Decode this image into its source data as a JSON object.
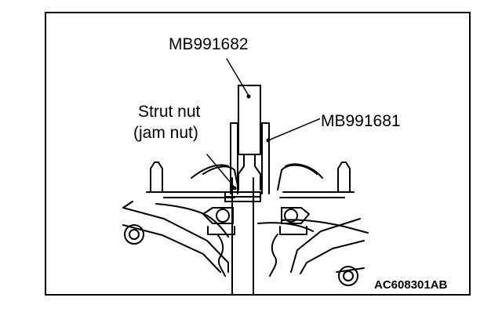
{
  "labels": {
    "tool_top": "MB991682",
    "strut_nut_line1": "Strut nut",
    "strut_nut_line2": "(jam nut)",
    "tool_side": "MB991681",
    "figure_code": "AC608301AB"
  },
  "colors": {
    "line": "#000000",
    "background": "#ffffff"
  }
}
